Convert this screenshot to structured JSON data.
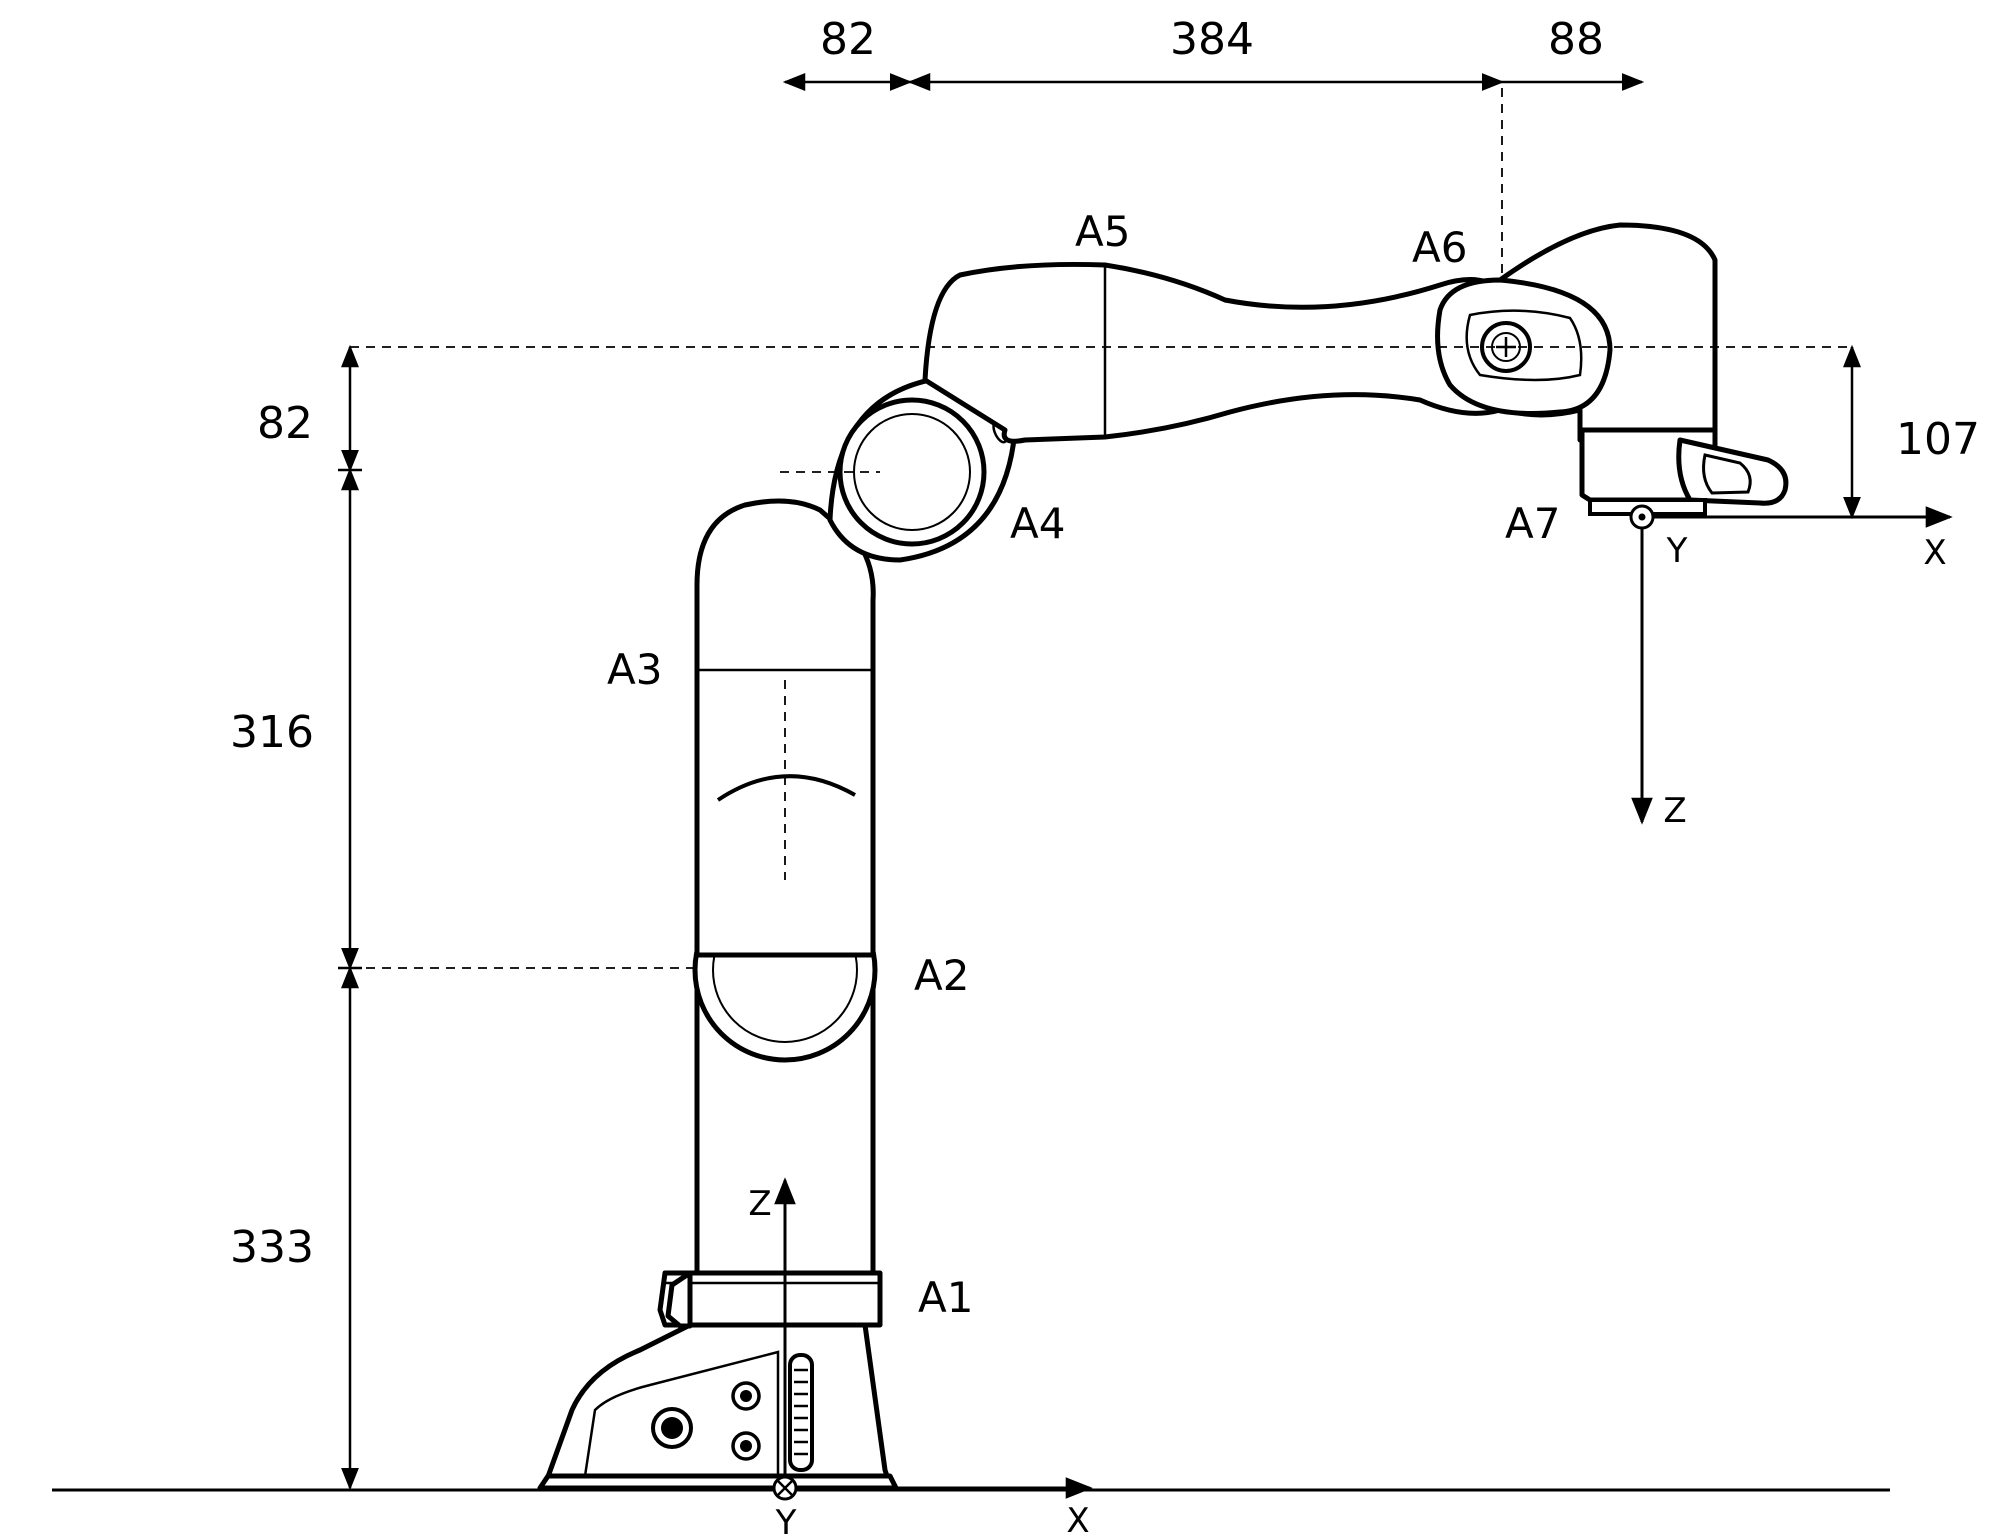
{
  "dimensions": {
    "top": [
      "82",
      "384",
      "88"
    ],
    "left": [
      "82",
      "316",
      "333"
    ],
    "right": "107"
  },
  "joints": [
    "A1",
    "A2",
    "A3",
    "A4",
    "A5",
    "A6",
    "A7"
  ],
  "base_frame": {
    "x": "X",
    "y": "Y",
    "z": "Z"
  },
  "flange_frame": {
    "x": "X",
    "y": "Y",
    "z": "Z"
  }
}
